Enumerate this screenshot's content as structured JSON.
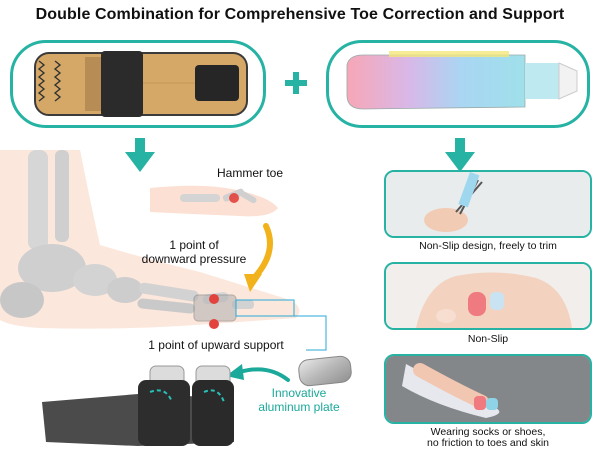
{
  "title": "Double Combination for Comprehensive Toe Correction and Support",
  "plus_symbol": "+",
  "labels": {
    "hammer_toe": "Hammer toe",
    "downward_line1": "1 point of",
    "downward_line2": "downward pressure",
    "upward": "1 point of upward support",
    "plate_line1": "Innovative",
    "plate_line2": "aluminum plate"
  },
  "panels": [
    {
      "caption": "Non-Slip design, freely to trim"
    },
    {
      "caption": "Non-Slip"
    },
    {
      "caption_line1": "Wearing socks or shoes,",
      "caption_line2": "no friction to toes and skin"
    }
  ],
  "colors": {
    "accent": "#27b3a4",
    "plate_text": "#1aa99a",
    "arrow_orange": "#f2b21c",
    "marker_red": "#e2433d"
  },
  "icons": [
    "plus-icon",
    "down-arrow-icon",
    "curved-arrow-icon"
  ]
}
